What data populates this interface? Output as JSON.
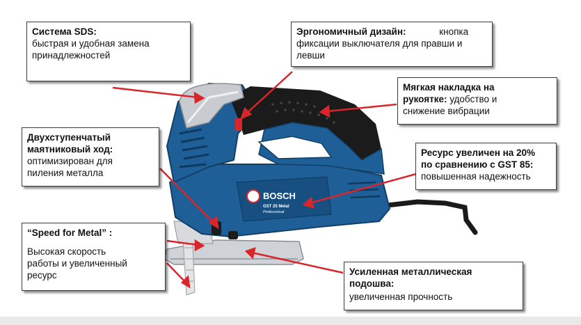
{
  "colors": {
    "tool_blue": "#1d5f96",
    "tool_blue_dark": "#123f66",
    "grip_black": "#1b1b1b",
    "switch_red": "#d8262b",
    "arrow_red": "#d8262b",
    "metal_silver": "#c8cbd0"
  },
  "brand": {
    "logo": "BOSCH",
    "model": "GST 25 Metal",
    "line": "Professional"
  },
  "callouts": {
    "sds": {
      "title": "Система SDS:",
      "lines": [
        "быстрая и удобная замена",
        "принадлежностей"
      ]
    },
    "ergonomic": {
      "title": "Эргономичный дизайн:",
      "title_tail": "кнопка",
      "lines": [
        "фиксации выключателя для правши и",
        "левши"
      ]
    },
    "soft_grip": {
      "title_lines": [
        "Мягкая накладка на",
        "рукоятке:"
      ],
      "inline_tail": "удобство  и",
      "lines": [
        "снижение вибрации"
      ]
    },
    "pendulum": {
      "title_lines": [
        "Двухступенчатый",
        "маятниковый ход:"
      ],
      "lines": [
        "оптимизирован для",
        "пиления металла"
      ]
    },
    "resource": {
      "title_lines": [
        "Ресурс увеличен на 20%",
        "по сравнению с GST 85:"
      ],
      "lines": [
        "повышенная надежность"
      ]
    },
    "speed": {
      "title": "“Speed for Metal” :",
      "lines": [
        "Высокая скорость",
        "работы и увеличенный",
        "ресурс"
      ]
    },
    "sole": {
      "title_lines": [
        "Усиленная металлическая",
        "подошва:"
      ],
      "lines": [
        "увеличенная прочность"
      ]
    }
  }
}
